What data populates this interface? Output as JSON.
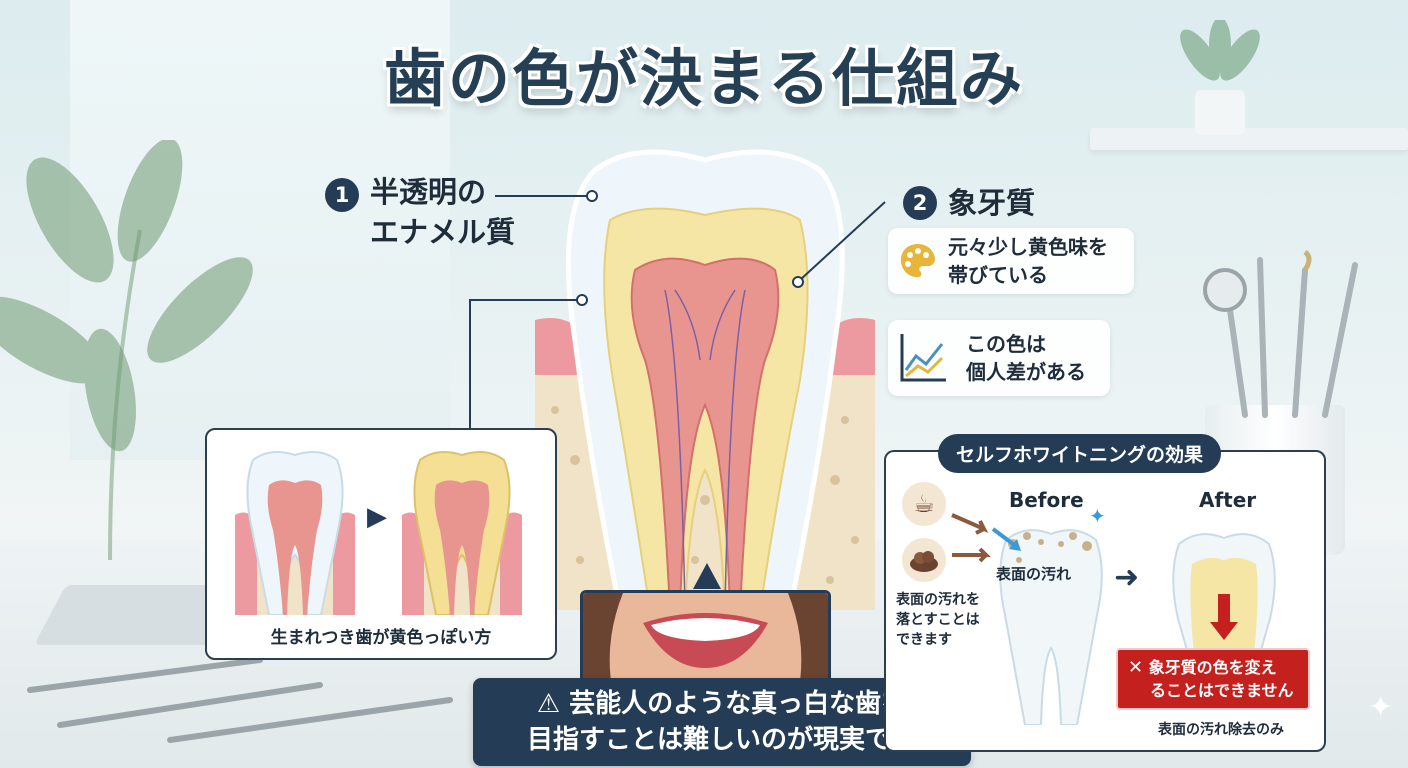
{
  "title": "歯の色が決まる仕組み",
  "enamel": {
    "number": "1",
    "line1": "半透明の",
    "line2": "エナメル質"
  },
  "dentin": {
    "number": "2",
    "label": "象牙質"
  },
  "info_cards": [
    {
      "icon": "palette-icon",
      "line1": "元々少し黄色味を",
      "line2": "帯びている"
    },
    {
      "icon": "trend-chart-icon",
      "line1": "この色は",
      "line2": "個人差がある"
    }
  ],
  "comparison": {
    "caption": "生まれつき歯が黄色っぽい方"
  },
  "whitening": {
    "heading": "セルフホワイトニングの効果",
    "before": "Before",
    "after": "After",
    "stain_label": "表面の汚れ",
    "removable_note": [
      "表面の汚れを",
      "落とすことは",
      "できます"
    ],
    "cannot_change": [
      "象牙質の色を変え",
      "ることはできません"
    ],
    "footer": "表面の汚れ除去のみ"
  },
  "warning": {
    "line1": "芸能人のような真っ白な歯を",
    "line2": "目指すことは難しいのが現実です"
  },
  "colors": {
    "navy": "#243c55",
    "enamel": "#eef6fb",
    "dentin": "#f6e6a6",
    "pulp": "#e9958f",
    "gum": "#ec9aa0",
    "bone": "#f1e3c8",
    "alert": "#c3201e"
  }
}
